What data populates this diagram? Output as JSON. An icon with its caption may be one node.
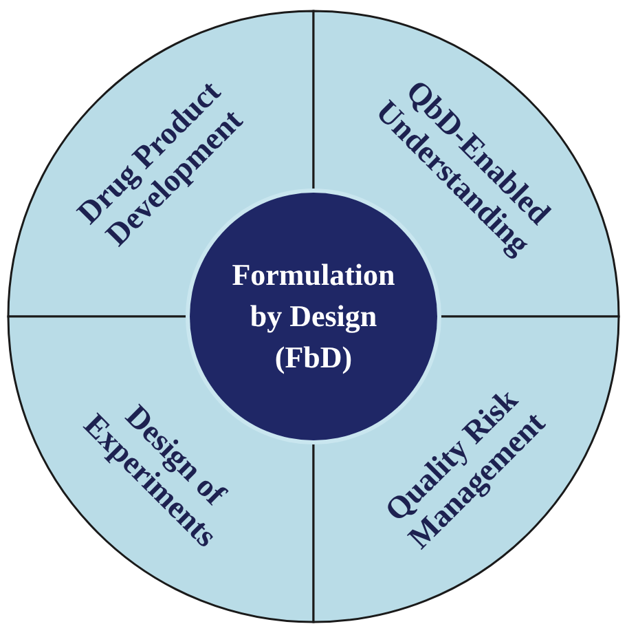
{
  "diagram": {
    "nodes": [
      {
        "text": [
          "Drug Product Development"
        ]
      },
      {
        "text": [
          "QbD-Enabled Understanding"
        ]
      },
      {
        "text": [
          "Formulation by Design (FbD)"
        ]
      },
      {
        "text": [
          "Design of Experiments"
        ]
      },
      {
        "text": [
          "Quality Risk Management"
        ]
      }
    ]
  }
}
